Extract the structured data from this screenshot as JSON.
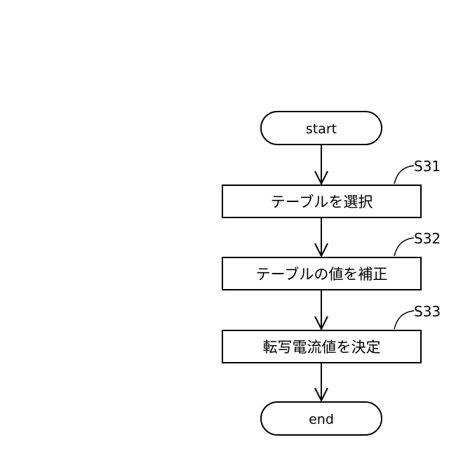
{
  "flowchart": {
    "start_label": "start",
    "end_label": "end",
    "steps": [
      {
        "id": "S31",
        "label": "テーブルを選択"
      },
      {
        "id": "S32",
        "label": "テーブルの値を補正"
      },
      {
        "id": "S33",
        "label": "転写電流値を決定"
      }
    ]
  },
  "colors": {
    "stroke": "#000000",
    "fill": "#ffffff"
  }
}
